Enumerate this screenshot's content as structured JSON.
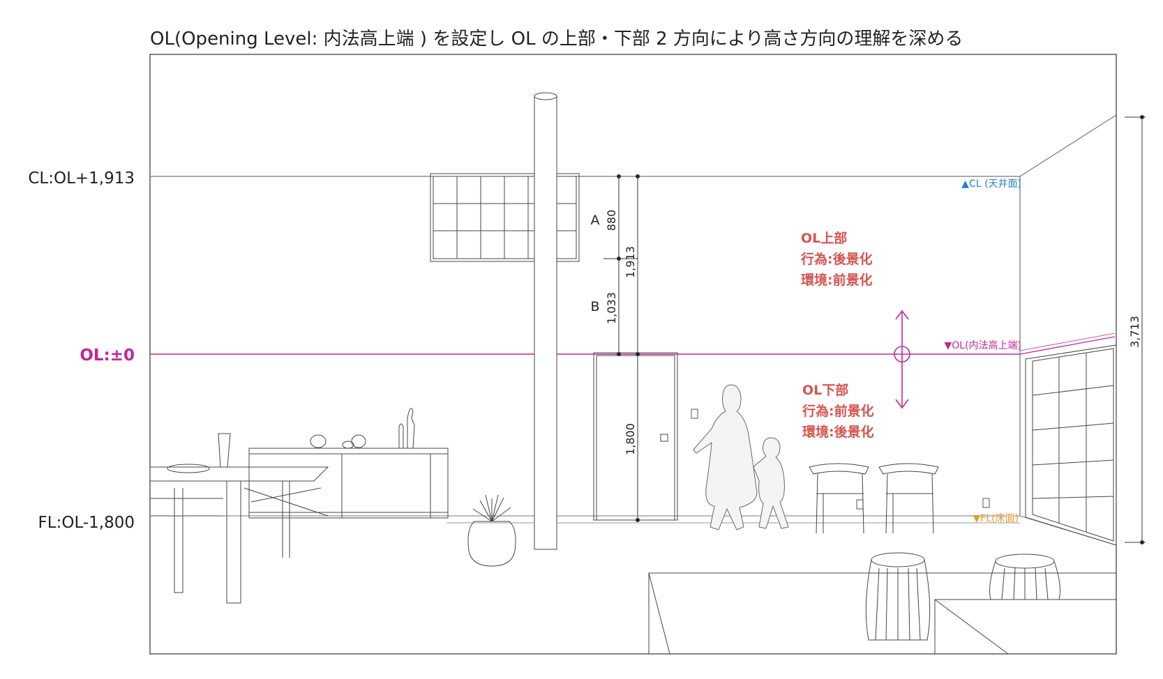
{
  "title": "OL(Opening Level: 内法高上端 ) を設定し OL の上部・下部 2 方向により高さ方向の理解を深める",
  "levels": {
    "cl": "CL:OL+1,913",
    "ol": "OL:±0",
    "fl": "FL:OL-1,800"
  },
  "dimensions": {
    "a_letter": "A",
    "a_value": "880",
    "b_letter": "B",
    "b_value": "1,033",
    "cl_total": "1,913",
    "fl_total": "1,800",
    "overall": "3,713"
  },
  "upper_note": {
    "heading": "OL上部",
    "line1": "行為:後景化",
    "line2": "環境:前景化"
  },
  "lower_note": {
    "heading": "OL下部",
    "line1": "行為:前景化",
    "line2": "環境:後景化"
  },
  "tags": {
    "cl": "▲CL (天井面)",
    "ol": "▼OL(内法高上端)",
    "fl": "▼FL(床面)"
  },
  "colors": {
    "ol": "#c2269b",
    "note": "#d9534f",
    "cl_tag": "#2a7fc4",
    "fl_tag": "#e89a2c",
    "line": "#333333"
  }
}
